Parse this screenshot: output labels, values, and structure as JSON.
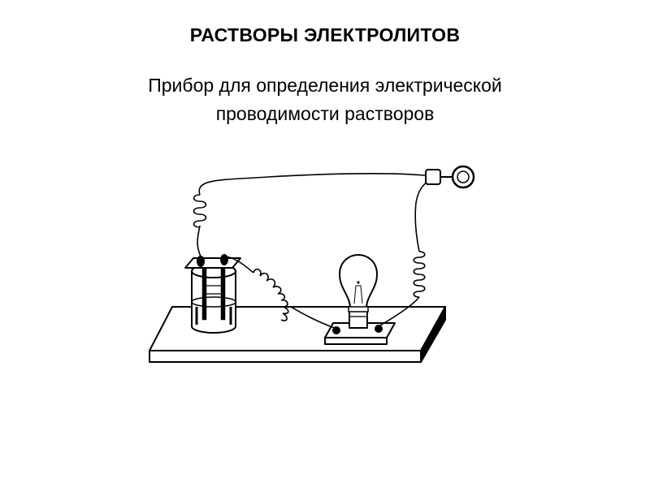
{
  "slide": {
    "title": "РАСТВОРЫ ЭЛЕКТРОЛИТОВ",
    "subtitle_lines": [
      "Прибор для определения электрической",
      "проводимости растворов"
    ]
  },
  "diagram": {
    "components": [
      "base-board",
      "electrolyte-beaker",
      "electrodes",
      "light-bulb",
      "lamp-socket",
      "coiled-wires",
      "power-plug"
    ],
    "colors": {
      "ink": "#000000",
      "fill": "#ffffff",
      "shadow": "#000000"
    }
  }
}
